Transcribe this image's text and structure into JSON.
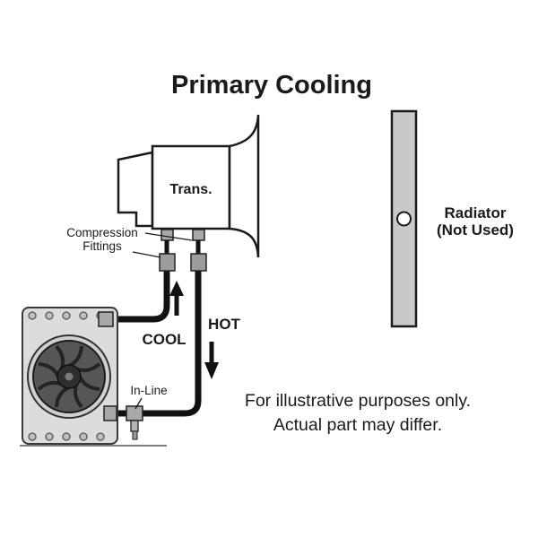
{
  "title": "Primary Cooling",
  "diagram": {
    "trans_label": "Trans.",
    "compression_fittings_line1": "Compression",
    "compression_fittings_line2": "Fittings",
    "cool_label": "COOL",
    "hot_label": "HOT",
    "radiator_label_line1": "Radiator",
    "radiator_label_line2": "(Not Used)",
    "in_line_label": "In-Line",
    "disclaimer_line1": "For illustrative purposes only.",
    "disclaimer_line2": "Actual part may differ."
  },
  "colors": {
    "ink": "#1a1a1a",
    "radiator_fill": "#c9c9c9",
    "fitting_fill": "#a8a8a8",
    "plate_fill": "#dcdcdc",
    "shroud_fill": "#cfcfcf",
    "fan_fill": "#565656",
    "hub_fill": "#2e2e2e"
  }
}
